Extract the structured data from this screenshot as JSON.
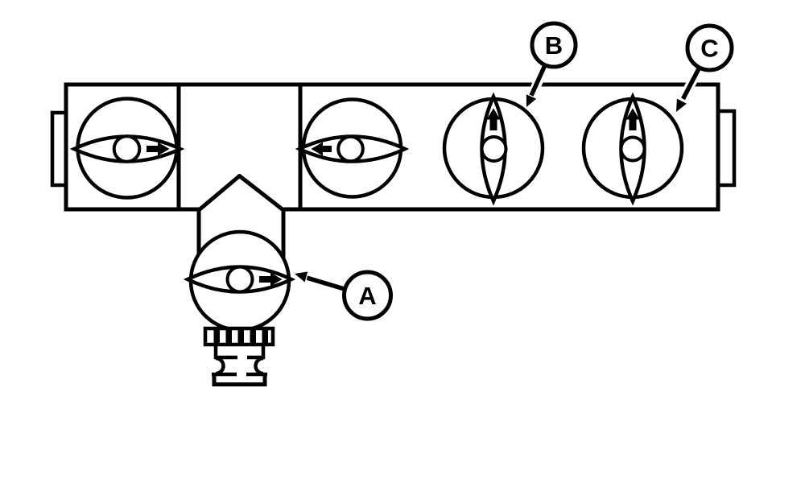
{
  "figure": {
    "type": "technical-line-diagram",
    "description": "Valve manifold: horizontal body with four ball valves (two horizontal-flow, two vertical-flow) and a lower branch ball valve with threaded coupler; circled callouts A, B, C with leader arrows.",
    "background_color": "#ffffff",
    "line_color": "#000000",
    "callouts": [
      {
        "label": "A",
        "points_to": "branch-valve-a"
      },
      {
        "label": "B",
        "points_to": "manifold-valve-b"
      },
      {
        "label": "C",
        "points_to": "manifold-valve-c"
      }
    ],
    "valves": [
      {
        "name": "manifold-valve-1",
        "orientation": "horizontal",
        "flow_icon": "arrow-right-icon"
      },
      {
        "name": "manifold-valve-2",
        "orientation": "horizontal",
        "flow_icon": "arrow-left-icon"
      },
      {
        "name": "manifold-valve-b",
        "orientation": "vertical",
        "flow_icon": "arrow-up-icon"
      },
      {
        "name": "manifold-valve-c",
        "orientation": "vertical",
        "flow_icon": "arrow-up-icon"
      },
      {
        "name": "branch-valve-a",
        "orientation": "horizontal",
        "flow_icon": "arrow-right-icon"
      }
    ]
  }
}
